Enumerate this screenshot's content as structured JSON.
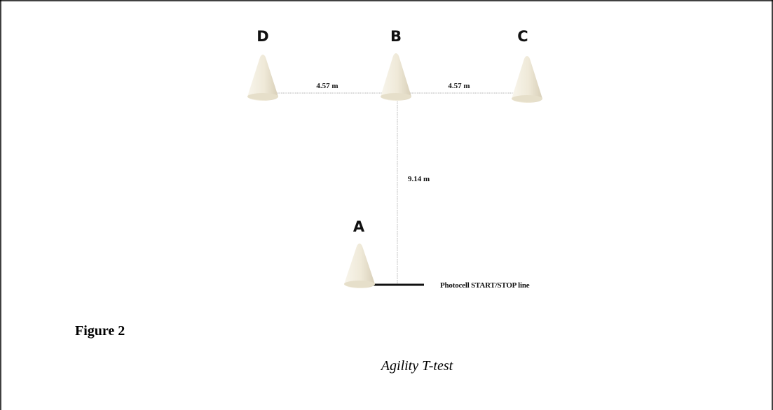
{
  "figure": {
    "points": {
      "d": "D",
      "b": "B",
      "c": "C",
      "a": "A"
    },
    "distances": {
      "d_to_b": "4.57 m",
      "b_to_c": "4.57 m",
      "b_to_a": "9.14 m"
    },
    "line_label": "Photocell START/STOP line",
    "label": "Figure 2",
    "caption": "Agility T-test"
  },
  "colors": {
    "cone_light": "#f8f5ec",
    "cone_mid": "#efe9d8",
    "cone_shade": "#d8cfb8",
    "guide_line": "#c4c4c4",
    "start_line": "#111111",
    "frame": "#000000"
  }
}
